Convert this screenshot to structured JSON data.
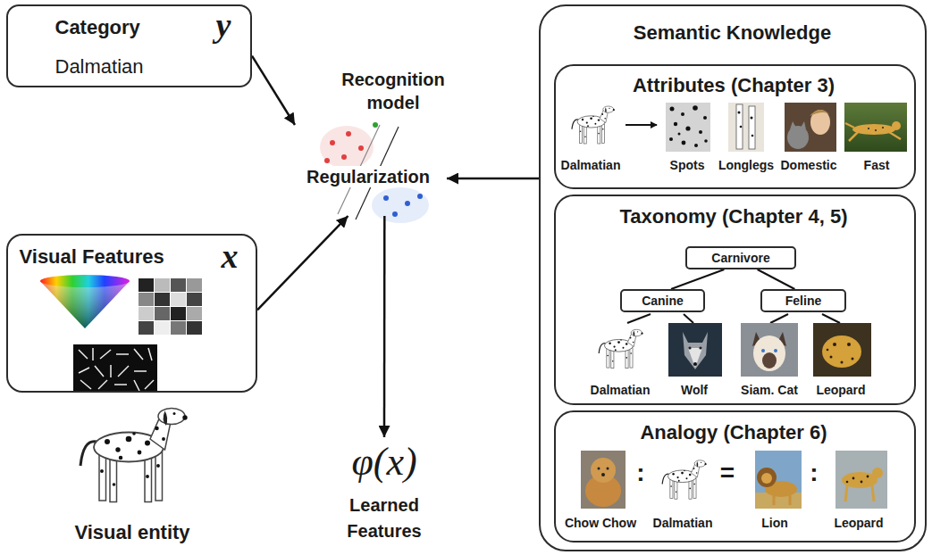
{
  "diagram": {
    "nodes": [
      {
        "text": [
          "Category",
          "y",
          "Dalmatian"
        ]
      },
      {
        "text": [
          "Recognition model",
          "Regularization"
        ]
      },
      {
        "text": [
          "Visual Features",
          "x"
        ]
      },
      {
        "text": [
          "φ(x)",
          "Learned Features"
        ]
      },
      {
        "text": [
          "Semantic Knowledge"
        ]
      },
      {
        "text": [
          "Attributes (Chapter 3)",
          "Dalmatian",
          "Spots",
          "Longlegs",
          "Domestic",
          "Fast"
        ],
        "in": 4
      },
      {
        "text": [
          "Taxonomy (Chapter 4, 5)",
          "Dalmatian",
          "Wolf",
          "Siam. Cat",
          "Leopard"
        ],
        "in": 4
      },
      {
        "text": [
          "Carnivore"
        ],
        "in": 6
      },
      {
        "text": [
          "Canine"
        ],
        "in": 6
      },
      {
        "text": [
          "Feline"
        ],
        "in": 6
      },
      {
        "text": [
          "Analogy (Chapter 6)",
          "Chow Chow",
          ":",
          "Dalmatian",
          "=",
          "Lion",
          ":",
          "Leopard"
        ],
        "in": 4
      }
    ],
    "edges": [
      {
        "from": 0,
        "to": 1,
        "arrow": "to"
      },
      {
        "from": 2,
        "to": 1,
        "arrow": "to"
      },
      {
        "from": 4,
        "to": 1,
        "arrow": "to"
      },
      {
        "from": 1,
        "to": 3,
        "arrow": "to"
      },
      {
        "from": 7,
        "to": 8,
        "arrow": "none"
      },
      {
        "from": 7,
        "to": 9,
        "arrow": "none"
      }
    ],
    "labels": [
      "Visual entity"
    ]
  }
}
